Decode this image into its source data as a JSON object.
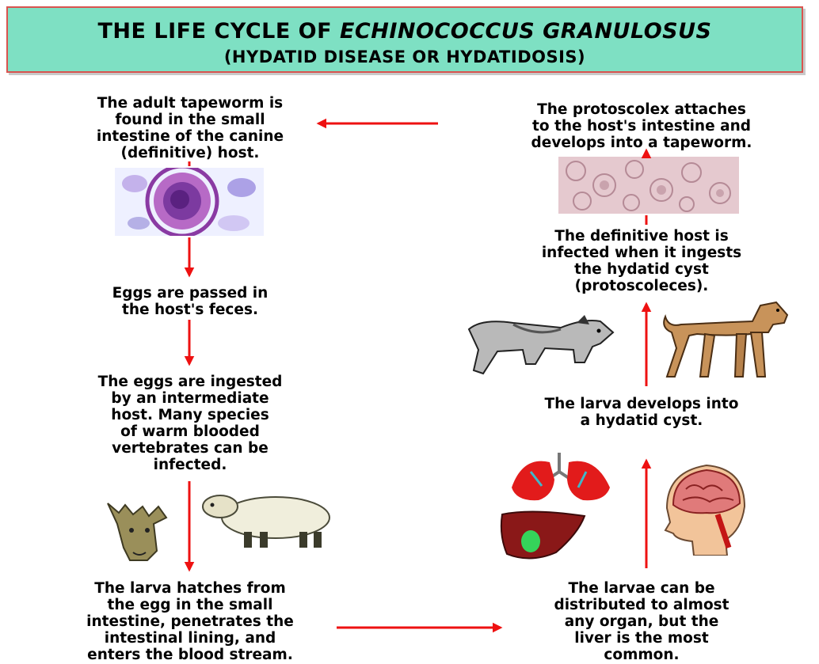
{
  "title": {
    "prefix": "THE LIFE CYCLE OF ",
    "species": "ECHINOCOCCUS GRANULOSUS",
    "subtitle": "(HYDATID DISEASE OR HYDATIDOSIS)"
  },
  "steps": {
    "adult": "The adult tapeworm is\nfound in the small\nintestine of the canine\n(definitive) host.",
    "eggs_passed": "Eggs are passed in\nthe host's feces.",
    "eggs_ingested": "The eggs are ingested\nby an intermediate\nhost.  Many species\nof warm blooded\nvertebrates can be\ninfected.",
    "larva_hatches": "The larva hatches from\nthe egg in the small\nintestine, penetrates the\nintestinal lining, and\nenters the blood stream.",
    "distributed": "The larvae can be\ndistributed to almost\nany organ, but the\nliver is the most\ncommon.",
    "cyst": "The larva develops into\na hydatid cyst.",
    "definitive_infected": "The definitive host is\ninfected when it ingests\nthe hydatid cyst\n(protoscoleces).",
    "protoscolex": "The protoscolex attaches\nto the host's intestine and\ndevelops into a tapeworm."
  },
  "colors": {
    "title_bg": "#7ee0c3",
    "title_border": "#d9534f",
    "arrow": "#ee1111"
  },
  "images": {
    "egg": "egg-micrograph",
    "protoscoleces": "protoscoleces-micrograph",
    "goat": "goat-illustration",
    "sheep": "sheep-illustration",
    "lungs": "lungs-illustration",
    "liver": "liver-illustration",
    "brain": "brain-head-illustration",
    "wolf": "wolf-illustration",
    "dog": "dog-illustration"
  }
}
